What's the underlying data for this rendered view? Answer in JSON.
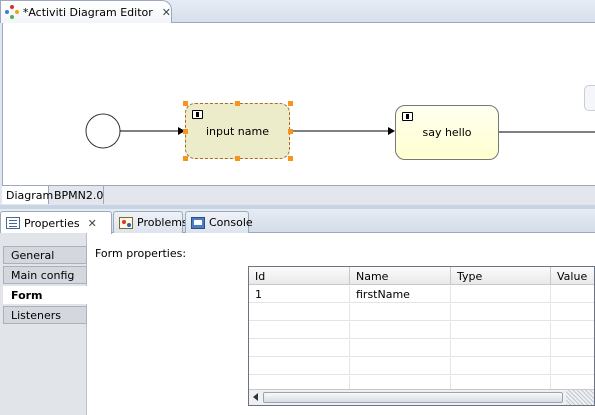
{
  "editor": {
    "tab_title": "*Activiti Diagram Editor",
    "bottom_tabs": [
      "Diagram",
      "BPMN2.0"
    ],
    "tasks": {
      "input": "input name",
      "hello": "say hello"
    }
  },
  "views": {
    "tabs": [
      "Properties",
      "Problems",
      "Console"
    ],
    "sidebar": [
      "General",
      "Main config",
      "Form",
      "Listeners"
    ],
    "active_section": "Form",
    "form_label": "Form properties:",
    "table": {
      "columns": [
        "Id",
        "Name",
        "Type",
        "Value"
      ],
      "rows": [
        [
          "1",
          "firstName",
          "",
          ""
        ]
      ]
    }
  },
  "colors": {
    "selected_task_fill": "#ecebca",
    "selection_handle": "#f7941d",
    "task_fill": "#ffffd0"
  }
}
